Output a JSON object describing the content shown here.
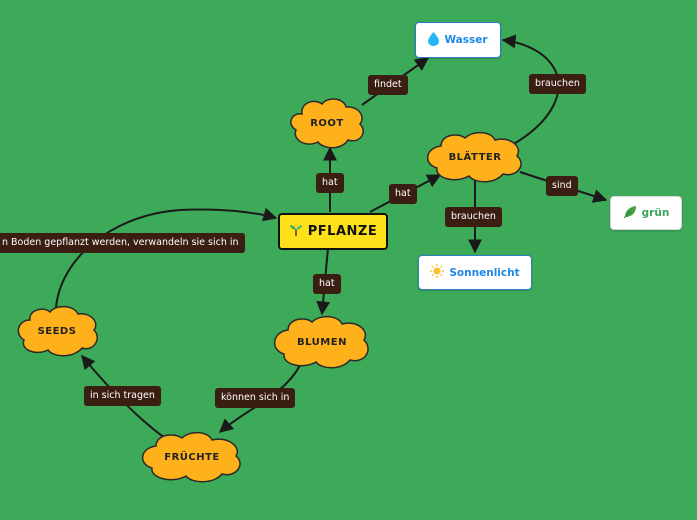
{
  "nodes": {
    "pflanze": "PFLANZE",
    "root": "ROOT",
    "wasser": "Wasser",
    "blaetter": "BLÄTTER",
    "sonnenlicht": "Sonnenlicht",
    "gruen": "grün",
    "blumen": "BLUMEN",
    "fruechte": "FRÜCHTE",
    "seeds": "SEEDS"
  },
  "edges": {
    "pflanze_root": "hat",
    "root_wasser": "findet",
    "pflanze_blaetter": "hat",
    "blaetter_wasser": "brauchen",
    "blaetter_sonnenlicht": "brauchen",
    "blaetter_gruen": "sind",
    "pflanze_blumen": "hat",
    "blumen_fruechte": "können sich in",
    "fruechte_seeds": "in sich tragen",
    "seeds_pflanze": "n Boden gepflanzt werden, verwandeln sie sich in"
  },
  "icons": {
    "pflanze": "seedling-icon",
    "wasser": "water-drop-icon",
    "sonnenlicht": "sun-icon",
    "gruen": "leaf-icon"
  },
  "colors": {
    "background": "#3daa5a",
    "cloud": "#ffb11b",
    "main": "#ffe11a",
    "edge_label": "#3b1e12",
    "box_border": "#2e7dc1"
  }
}
